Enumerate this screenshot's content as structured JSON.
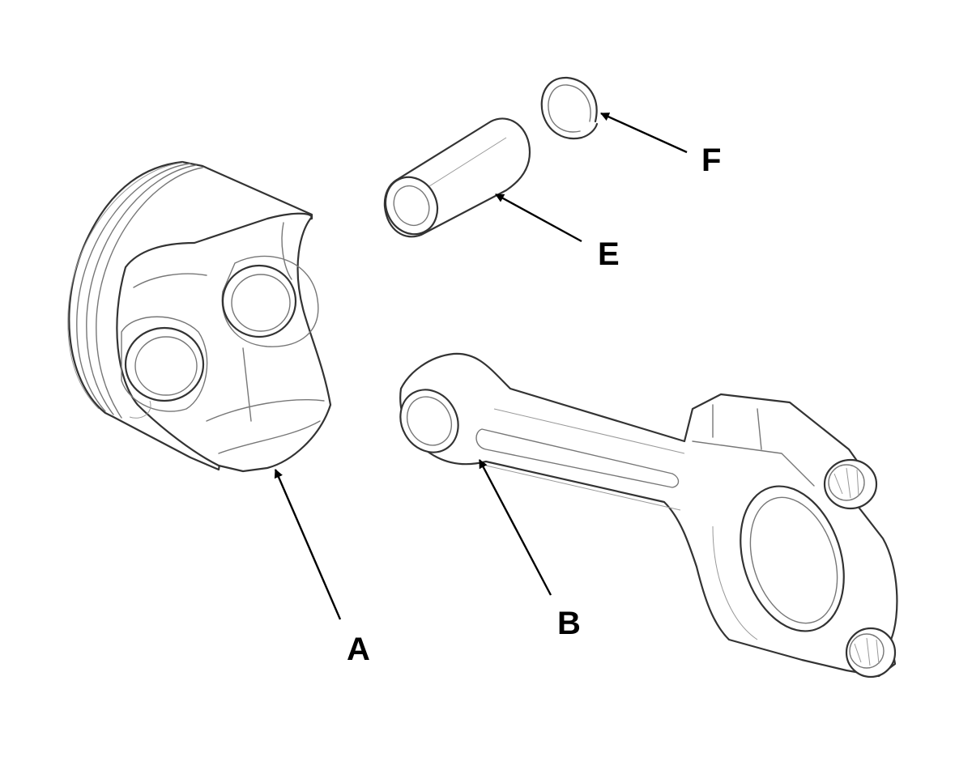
{
  "callouts": {
    "a": "A",
    "b": "B",
    "e": "E",
    "f": "F"
  },
  "colors": {
    "outline": "#333333",
    "detail": "#777777",
    "leader": "#000000",
    "background": "#ffffff"
  }
}
